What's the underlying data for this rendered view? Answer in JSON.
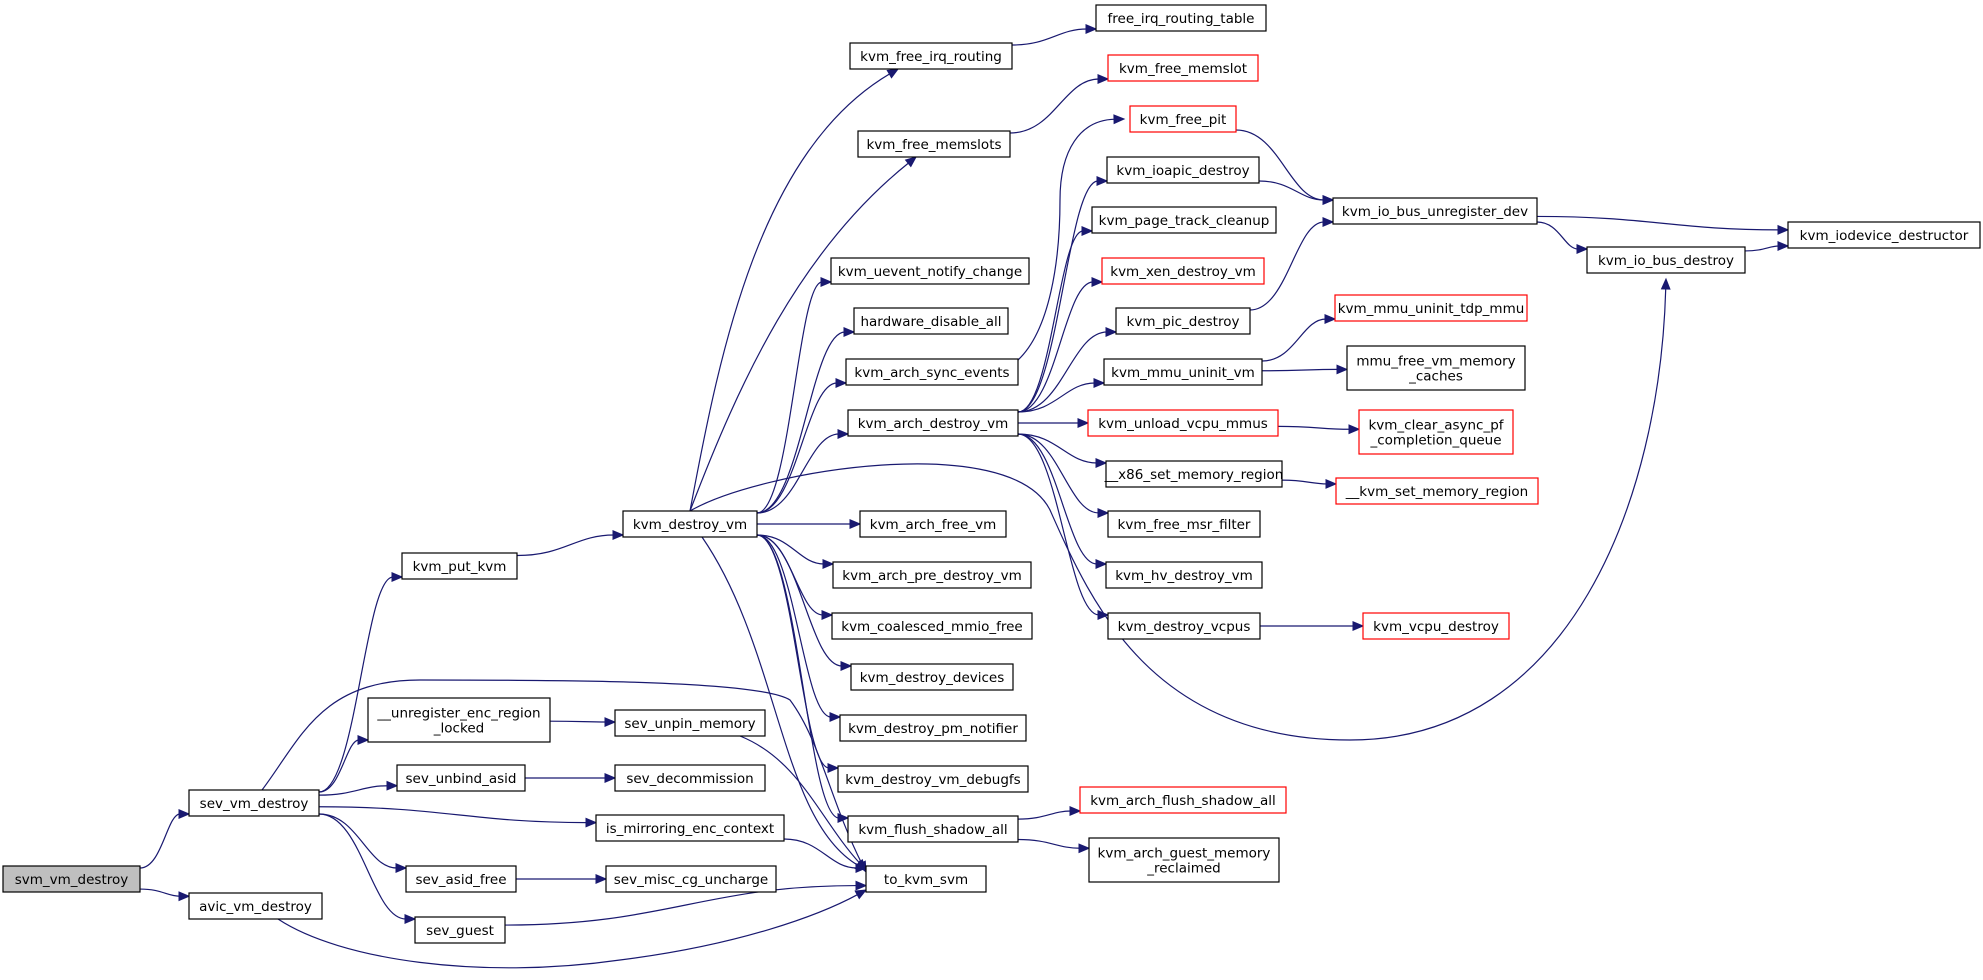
{
  "colors": {
    "edge": "#191970",
    "node_fill": "#ffffff",
    "node_border": "#000000",
    "node_border_incomplete": "#ff0000",
    "root_fill": "#bfbfbf"
  },
  "nodes": [
    {
      "id": "svm_vm_destroy",
      "label": "svm_vm_destroy",
      "style": "root"
    },
    {
      "id": "sev_vm_destroy",
      "label": "sev_vm_destroy",
      "style": "normal"
    },
    {
      "id": "avic_vm_destroy",
      "label": "avic_vm_destroy",
      "style": "normal"
    },
    {
      "id": "kvm_put_kvm",
      "label": "kvm_put_kvm",
      "style": "normal"
    },
    {
      "id": "unregister_enc_region_locked",
      "label": [
        "__unregister_enc_region",
        "_locked"
      ],
      "style": "normal"
    },
    {
      "id": "sev_unbind_asid",
      "label": "sev_unbind_asid",
      "style": "normal"
    },
    {
      "id": "is_mirroring_enc_context",
      "label": "is_mirroring_enc_context",
      "style": "normal"
    },
    {
      "id": "sev_asid_free",
      "label": "sev_asid_free",
      "style": "normal"
    },
    {
      "id": "sev_guest",
      "label": "sev_guest",
      "style": "normal"
    },
    {
      "id": "sev_unpin_memory",
      "label": "sev_unpin_memory",
      "style": "normal"
    },
    {
      "id": "sev_decommission",
      "label": "sev_decommission",
      "style": "normal"
    },
    {
      "id": "sev_misc_cg_uncharge",
      "label": "sev_misc_cg_uncharge",
      "style": "normal"
    },
    {
      "id": "to_kvm_svm",
      "label": "to_kvm_svm",
      "style": "normal"
    },
    {
      "id": "kvm_destroy_vm",
      "label": "kvm_destroy_vm",
      "style": "normal"
    },
    {
      "id": "kvm_free_irq_routing",
      "label": "kvm_free_irq_routing",
      "style": "normal"
    },
    {
      "id": "kvm_free_memslots",
      "label": "kvm_free_memslots",
      "style": "normal"
    },
    {
      "id": "kvm_uevent_notify_change",
      "label": "kvm_uevent_notify_change",
      "style": "normal"
    },
    {
      "id": "hardware_disable_all",
      "label": "hardware_disable_all",
      "style": "normal"
    },
    {
      "id": "kvm_arch_sync_events",
      "label": "kvm_arch_sync_events",
      "style": "normal"
    },
    {
      "id": "kvm_arch_destroy_vm",
      "label": "kvm_arch_destroy_vm",
      "style": "normal"
    },
    {
      "id": "kvm_arch_free_vm",
      "label": "kvm_arch_free_vm",
      "style": "normal"
    },
    {
      "id": "kvm_arch_pre_destroy_vm",
      "label": "kvm_arch_pre_destroy_vm",
      "style": "normal"
    },
    {
      "id": "kvm_coalesced_mmio_free",
      "label": "kvm_coalesced_mmio_free",
      "style": "normal"
    },
    {
      "id": "kvm_destroy_devices",
      "label": "kvm_destroy_devices",
      "style": "normal"
    },
    {
      "id": "kvm_destroy_pm_notifier",
      "label": "kvm_destroy_pm_notifier",
      "style": "normal"
    },
    {
      "id": "kvm_destroy_vm_debugfs",
      "label": "kvm_destroy_vm_debugfs",
      "style": "normal"
    },
    {
      "id": "kvm_flush_shadow_all",
      "label": "kvm_flush_shadow_all",
      "style": "normal"
    },
    {
      "id": "free_irq_routing_table",
      "label": "free_irq_routing_table",
      "style": "normal"
    },
    {
      "id": "kvm_free_memslot",
      "label": "kvm_free_memslot",
      "style": "incomplete"
    },
    {
      "id": "kvm_free_pit",
      "label": "kvm_free_pit",
      "style": "incomplete"
    },
    {
      "id": "kvm_ioapic_destroy",
      "label": "kvm_ioapic_destroy",
      "style": "normal"
    },
    {
      "id": "kvm_page_track_cleanup",
      "label": "kvm_page_track_cleanup",
      "style": "normal"
    },
    {
      "id": "kvm_xen_destroy_vm",
      "label": "kvm_xen_destroy_vm",
      "style": "incomplete"
    },
    {
      "id": "kvm_pic_destroy",
      "label": "kvm_pic_destroy",
      "style": "normal"
    },
    {
      "id": "kvm_mmu_uninit_vm",
      "label": "kvm_mmu_uninit_vm",
      "style": "normal"
    },
    {
      "id": "kvm_unload_vcpu_mmus",
      "label": "kvm_unload_vcpu_mmus",
      "style": "incomplete"
    },
    {
      "id": "x86_set_memory_region",
      "label": "__x86_set_memory_region",
      "style": "normal"
    },
    {
      "id": "kvm_free_msr_filter",
      "label": "kvm_free_msr_filter",
      "style": "normal"
    },
    {
      "id": "kvm_hv_destroy_vm",
      "label": "kvm_hv_destroy_vm",
      "style": "normal"
    },
    {
      "id": "kvm_destroy_vcpus",
      "label": "kvm_destroy_vcpus",
      "style": "normal"
    },
    {
      "id": "kvm_arch_flush_shadow_all",
      "label": "kvm_arch_flush_shadow_all",
      "style": "incomplete"
    },
    {
      "id": "kvm_arch_guest_memory_reclaimed",
      "label": [
        "kvm_arch_guest_memory",
        "_reclaimed"
      ],
      "style": "normal"
    },
    {
      "id": "kvm_io_bus_unregister_dev",
      "label": "kvm_io_bus_unregister_dev",
      "style": "normal"
    },
    {
      "id": "kvm_mmu_uninit_tdp_mmu",
      "label": "kvm_mmu_uninit_tdp_mmu",
      "style": "incomplete"
    },
    {
      "id": "mmu_free_vm_memory_caches",
      "label": [
        "mmu_free_vm_memory",
        "_caches"
      ],
      "style": "normal"
    },
    {
      "id": "kvm_clear_async_pf_completion_queue",
      "label": [
        "kvm_clear_async_pf",
        "_completion_queue"
      ],
      "style": "incomplete"
    },
    {
      "id": "kvm_set_memory_region",
      "label": "__kvm_set_memory_region",
      "style": "incomplete"
    },
    {
      "id": "kvm_vcpu_destroy",
      "label": "kvm_vcpu_destroy",
      "style": "incomplete"
    },
    {
      "id": "kvm_io_bus_destroy",
      "label": "kvm_io_bus_destroy",
      "style": "normal"
    },
    {
      "id": "kvm_iodevice_destructor",
      "label": "kvm_iodevice_destructor",
      "style": "normal"
    }
  ],
  "edges": [
    [
      "svm_vm_destroy",
      "sev_vm_destroy"
    ],
    [
      "svm_vm_destroy",
      "avic_vm_destroy"
    ],
    [
      "sev_vm_destroy",
      "kvm_put_kvm"
    ],
    [
      "sev_vm_destroy",
      "unregister_enc_region_locked"
    ],
    [
      "sev_vm_destroy",
      "sev_unbind_asid"
    ],
    [
      "sev_vm_destroy",
      "is_mirroring_enc_context"
    ],
    [
      "sev_vm_destroy",
      "sev_asid_free"
    ],
    [
      "sev_vm_destroy",
      "sev_guest"
    ],
    [
      "sev_vm_destroy",
      "to_kvm_svm"
    ],
    [
      "avic_vm_destroy",
      "to_kvm_svm"
    ],
    [
      "kvm_put_kvm",
      "kvm_destroy_vm"
    ],
    [
      "unregister_enc_region_locked",
      "sev_unpin_memory"
    ],
    [
      "sev_unpin_memory",
      "to_kvm_svm"
    ],
    [
      "sev_unbind_asid",
      "sev_decommission"
    ],
    [
      "is_mirroring_enc_context",
      "to_kvm_svm"
    ],
    [
      "sev_asid_free",
      "sev_misc_cg_uncharge"
    ],
    [
      "sev_guest",
      "to_kvm_svm"
    ],
    [
      "kvm_destroy_vm",
      "kvm_free_irq_routing"
    ],
    [
      "kvm_destroy_vm",
      "kvm_free_memslots"
    ],
    [
      "kvm_destroy_vm",
      "kvm_uevent_notify_change"
    ],
    [
      "kvm_destroy_vm",
      "hardware_disable_all"
    ],
    [
      "kvm_destroy_vm",
      "kvm_arch_sync_events"
    ],
    [
      "kvm_destroy_vm",
      "kvm_arch_destroy_vm"
    ],
    [
      "kvm_destroy_vm",
      "kvm_arch_free_vm"
    ],
    [
      "kvm_destroy_vm",
      "kvm_arch_pre_destroy_vm"
    ],
    [
      "kvm_destroy_vm",
      "kvm_coalesced_mmio_free"
    ],
    [
      "kvm_destroy_vm",
      "kvm_destroy_devices"
    ],
    [
      "kvm_destroy_vm",
      "kvm_destroy_pm_notifier"
    ],
    [
      "kvm_destroy_vm",
      "kvm_destroy_vm_debugfs"
    ],
    [
      "kvm_destroy_vm",
      "kvm_flush_shadow_all"
    ],
    [
      "kvm_destroy_vm",
      "kvm_io_bus_destroy"
    ],
    [
      "kvm_destroy_vm",
      "to_kvm_svm"
    ],
    [
      "kvm_free_irq_routing",
      "free_irq_routing_table"
    ],
    [
      "kvm_free_memslots",
      "kvm_free_memslot"
    ],
    [
      "kvm_arch_sync_events",
      "kvm_free_pit"
    ],
    [
      "kvm_arch_destroy_vm",
      "kvm_ioapic_destroy"
    ],
    [
      "kvm_arch_destroy_vm",
      "kvm_page_track_cleanup"
    ],
    [
      "kvm_arch_destroy_vm",
      "kvm_xen_destroy_vm"
    ],
    [
      "kvm_arch_destroy_vm",
      "kvm_pic_destroy"
    ],
    [
      "kvm_arch_destroy_vm",
      "kvm_mmu_uninit_vm"
    ],
    [
      "kvm_arch_destroy_vm",
      "kvm_unload_vcpu_mmus"
    ],
    [
      "kvm_arch_destroy_vm",
      "x86_set_memory_region"
    ],
    [
      "kvm_arch_destroy_vm",
      "kvm_free_msr_filter"
    ],
    [
      "kvm_arch_destroy_vm",
      "kvm_hv_destroy_vm"
    ],
    [
      "kvm_arch_destroy_vm",
      "kvm_destroy_vcpus"
    ],
    [
      "kvm_flush_shadow_all",
      "kvm_arch_flush_shadow_all"
    ],
    [
      "kvm_flush_shadow_all",
      "kvm_arch_guest_memory_reclaimed"
    ],
    [
      "kvm_free_pit",
      "kvm_io_bus_unregister_dev"
    ],
    [
      "kvm_ioapic_destroy",
      "kvm_io_bus_unregister_dev"
    ],
    [
      "kvm_pic_destroy",
      "kvm_io_bus_unregister_dev"
    ],
    [
      "kvm_mmu_uninit_vm",
      "kvm_mmu_uninit_tdp_mmu"
    ],
    [
      "kvm_mmu_uninit_vm",
      "mmu_free_vm_memory_caches"
    ],
    [
      "kvm_unload_vcpu_mmus",
      "kvm_clear_async_pf_completion_queue"
    ],
    [
      "x86_set_memory_region",
      "kvm_set_memory_region"
    ],
    [
      "kvm_destroy_vcpus",
      "kvm_vcpu_destroy"
    ],
    [
      "kvm_io_bus_unregister_dev",
      "kvm_io_bus_destroy"
    ],
    [
      "kvm_io_bus_unregister_dev",
      "kvm_iodevice_destructor"
    ],
    [
      "kvm_io_bus_destroy",
      "kvm_iodevice_destructor"
    ]
  ]
}
